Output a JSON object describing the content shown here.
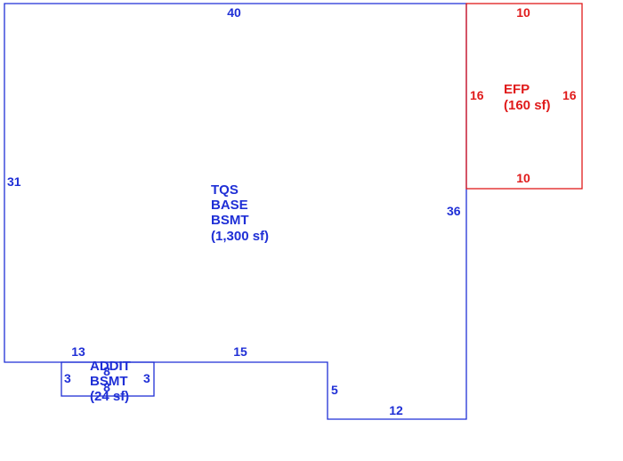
{
  "colors": {
    "blue": "#1f2fd6",
    "red": "#e01b1b",
    "background": "#ffffff"
  },
  "areas": {
    "main": {
      "lines": [
        "TQS",
        "BASE",
        "BSMT",
        "(1,300 sf)"
      ],
      "dims": {
        "top": "40",
        "left": "31",
        "right": "36",
        "bottom_left": "13",
        "bottom_mid": "15",
        "step_down": "5",
        "bottom_right": "12"
      }
    },
    "porch": {
      "lines": [
        "EFP",
        "(160 sf)"
      ],
      "dims": {
        "top": "10",
        "bottom": "10",
        "left": "16",
        "right": "16"
      }
    },
    "addition": {
      "lines": [
        "ADDIT",
        "BSMT",
        "(24 sf)"
      ],
      "dims": {
        "top": "8",
        "bottom": "8",
        "left": "3",
        "right": "3"
      }
    }
  }
}
